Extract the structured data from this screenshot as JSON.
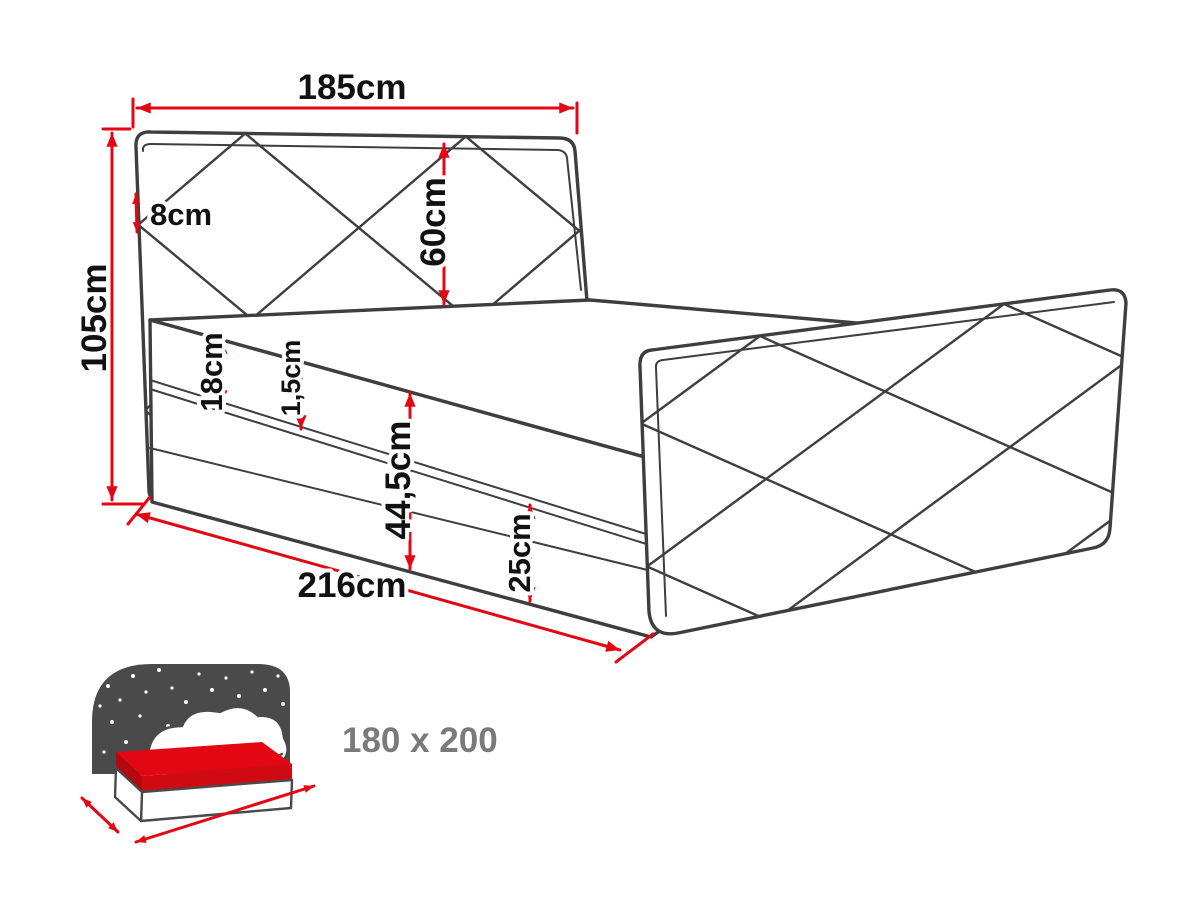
{
  "colors": {
    "line": "#3e3e3e",
    "accent": "#e30613",
    "label": "#111111",
    "muted": "#7a7a7a",
    "icon_dark": "#4a4a4a",
    "mattress_red_side": "#c60archive9"
  },
  "dimensions": {
    "headboard_width": "185cm",
    "frame_edge": "8cm",
    "total_height": "105cm",
    "headboard_panel_height": "60cm",
    "mattress_thickness": "18cm",
    "piping": "1,5cm",
    "base_height": "44,5cm",
    "plinth_height": "25cm",
    "total_length": "216cm"
  },
  "icon": {
    "size_text": "180 x 200"
  }
}
